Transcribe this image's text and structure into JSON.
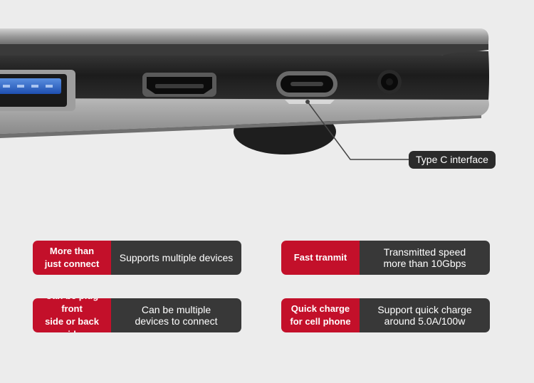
{
  "callout": {
    "label": "Type C interface"
  },
  "features": [
    {
      "tag": "More than\njust connect",
      "desc": "Supports multiple devices"
    },
    {
      "tag": "Fast tranmit",
      "desc": "Transmitted speed\nmore than 10Gbps"
    },
    {
      "tag": "Can be plug front\nside or back side",
      "desc": "Can be multiple\ndevices to connect"
    },
    {
      "tag": "Quick charge\nfor cell phone",
      "desc": "Support quick charge\naround 5.0A/100w"
    }
  ],
  "colors": {
    "tag_red": "#c3102a",
    "desc_dark": "#383838",
    "background": "#ececec"
  },
  "icons": [
    "usb-a-port-icon",
    "micro-usb-port-icon",
    "usb-c-port-icon",
    "audio-jack-icon"
  ]
}
